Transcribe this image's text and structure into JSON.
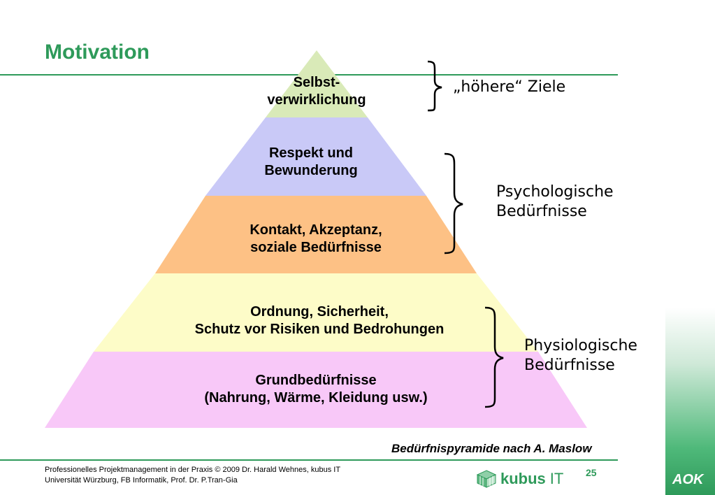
{
  "slide": {
    "title": "Motivation",
    "caption": "Bedürfnispyramide nach A. Maslow",
    "page_number": "25"
  },
  "pyramid": {
    "levels": [
      {
        "lines": [
          "Selbst-",
          "verwirklichung"
        ],
        "color": "#d9eab8"
      },
      {
        "lines": [
          "Respekt und",
          "Bewunderung"
        ],
        "color": "#c9c9f7"
      },
      {
        "lines": [
          "Kontakt, Akzeptanz,",
          "soziale Bedürfnisse"
        ],
        "color": "#fdc185"
      },
      {
        "lines": [
          "Ordnung, Sicherheit,",
          "Schutz vor Risiken und Bedrohungen"
        ],
        "color": "#fdfcc8"
      },
      {
        "lines": [
          "Grundbedürfnisse",
          "(Nahrung, Wärme, Kleidung usw.)"
        ],
        "color": "#f8c8f8"
      }
    ]
  },
  "groups": [
    {
      "lines": [
        "„höhere“ Ziele"
      ]
    },
    {
      "lines": [
        "Psychologische",
        "Bedürfnisse"
      ]
    },
    {
      "lines": [
        "Physiologische",
        "Bedürfnisse"
      ]
    }
  ],
  "footer": {
    "line1": "Professionelles Projektmanagement in der Praxis © 2009  Dr. Harald Wehnes, kubus IT",
    "line2": "Universität Würzburg, FB Informatik, Prof. Dr. P.Tran-Gia"
  },
  "logos": {
    "kubus": "kubus",
    "kubus_suffix": "IT",
    "aok": "AOK"
  },
  "colors": {
    "accent": "#2e9a5a"
  }
}
